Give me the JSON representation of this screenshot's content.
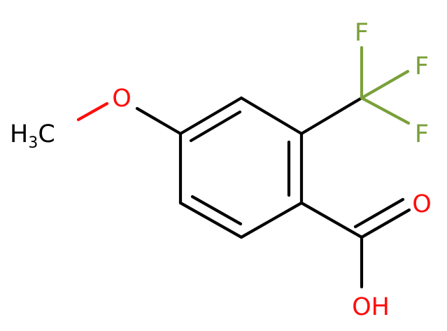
{
  "molecule": {
    "atoms": {
      "methyl": {
        "main": "H",
        "subscript": "3",
        "tail": "C",
        "color": "#000000"
      },
      "ether_oxygen": {
        "label": "O",
        "color": "#ff0d0d"
      },
      "fluorine_1": {
        "label": "F",
        "color": "#7aa03a"
      },
      "fluorine_2": {
        "label": "F",
        "color": "#7aa03a"
      },
      "fluorine_3": {
        "label": "F",
        "color": "#7aa03a"
      },
      "carbonyl_oxygen": {
        "label": "O",
        "color": "#ff0d0d"
      },
      "hydroxyl": {
        "label": "OH",
        "color": "#ff0d0d"
      }
    }
  }
}
